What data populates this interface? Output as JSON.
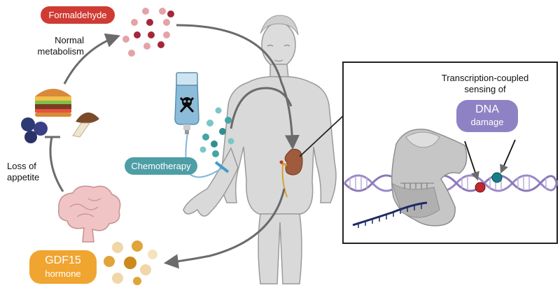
{
  "labels": {
    "formaldehyde": "Formaldehyde",
    "normal_metabolism": "Normal\nmetabolism",
    "loss_of_appetite": "Loss of\nappetite",
    "chemotherapy": "Chemotherapy",
    "gdf15_line1": "GDF15",
    "gdf15_line2": "hormone",
    "tcs_title": "Transcription-coupled\nsensing of",
    "dna_line1": "DNA",
    "dna_line2": "damage"
  },
  "colors": {
    "formaldehyde_pill": "#cf3b33",
    "chemo_pill": "#4e9ea6",
    "gdf15_pill": "#f0a531",
    "dna_pill": "#8f82c4",
    "arrow": "#6b6b6b",
    "dna_strand": "#9b88c7",
    "rna_strand": "#1d2a63",
    "body": "#d9d9d9",
    "kidney": "#a05a3c"
  },
  "icons": [
    "formaldehyde-molecules-icon",
    "food-icon",
    "brain-icon",
    "gdf15-particles-icon",
    "iv-bag-icon",
    "skull-crossbones-icon",
    "chemo-particles-icon",
    "human-body-icon",
    "kidney-icon",
    "rna-polymerase-icon",
    "dna-helix-icon",
    "rna-strand-icon",
    "damage-sites-icon"
  ]
}
